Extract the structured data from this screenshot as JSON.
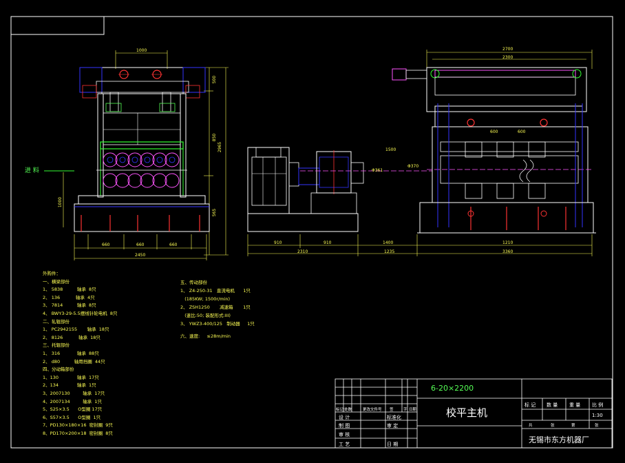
{
  "notes": {
    "outsourced_title": "外购件：",
    "sections": [
      {
        "title": "一、横梁部份",
        "lines": [
          "1、 5838          轴承  8只",
          "2、 136           轴承  4只",
          "3、 7814          轴承  8只",
          "4、 BWY3-29-5.5摆线针轮电机  8只"
        ]
      },
      {
        "title": "二、轧辊部份",
        "lines": [
          "1、 PC2942155       轴承  18只",
          "2、 8126           轴承  18只"
        ]
      },
      {
        "title": "三、托辊部份",
        "lines": [
          "1、 316            轴承  88只",
          "2、 d80          轴用挡圈  44只"
        ]
      },
      {
        "title": "四、分动箱部份",
        "lines": [
          "1、130             轴承  17只",
          "2、134             轴承  1只",
          "3、2007130         轴承  17只",
          "4、2007134         轴承  1只",
          "5、S25×3.5      O型圈 17只",
          "6、S57×3.5      O型圈  1只",
          "7、PD130×180×16  密封圈  9只",
          "8、PD170×200×18  密封圈  8只"
        ]
      }
    ],
    "sections2": [
      {
        "title": "五、传动部份",
        "lines": [
          "1、 Z4-250-31   直流电机      1只",
          "   (185KW; 1500r/min)",
          "2、 ZSH1250       减速箱       1只",
          "   (速比:50; 装配形式:III)",
          "3、 YWZ3-400/125   制动器     1只"
        ]
      },
      {
        "title": "六、速度:",
        "lines": [
          "     ≤28m/min"
        ]
      }
    ]
  },
  "dimensions": {
    "front_top": "1000",
    "front_right1": "500",
    "front_right2": "850",
    "front_right_total": "2965",
    "front_left": "1000",
    "front_bottom_sub": [
      "660",
      "660",
      "660"
    ],
    "front_bottom_total": "2450",
    "front_right_lower": "565",
    "feed_label": "进 料",
    "side_top1": "2700",
    "side_top2": "2300",
    "side_inner1": "600",
    "side_inner2": "600",
    "side_pitch": "1500",
    "side_d1": "Φ361",
    "side_d2": "Φ370",
    "bottom_row": [
      "910",
      "910",
      "1400",
      "1210"
    ],
    "bottom_total1": "2310",
    "bottom_total2": "1235",
    "bottom_total3": "3360"
  },
  "title_block": {
    "spec": "6-20×2200",
    "name": "校平主机",
    "company": "无锡市东方机器厂",
    "scale": "1:30",
    "header_cells": [
      "标记",
      "处数",
      "更改文件号",
      "签",
      "字",
      "日期"
    ],
    "role_rows": [
      "设 计",
      "制 图",
      "审 核",
      "工 艺"
    ],
    "mid_cells": [
      "标准化",
      "审 定",
      "日 期"
    ],
    "right_header": [
      "标 记",
      "数 量",
      "重 量",
      "比 例"
    ],
    "sheet_row": [
      "共",
      "张",
      "第",
      "张"
    ]
  },
  "colors": {
    "background": "#000000",
    "frame": "#ffffff",
    "dimension": "#ffff55",
    "machine_outline": "#ffffff",
    "blue_part": "#3333ff",
    "red_part": "#ff3333",
    "green_part": "#33ff33",
    "magenta_part": "#ff55ff",
    "cyan_part": "#55ffff"
  }
}
